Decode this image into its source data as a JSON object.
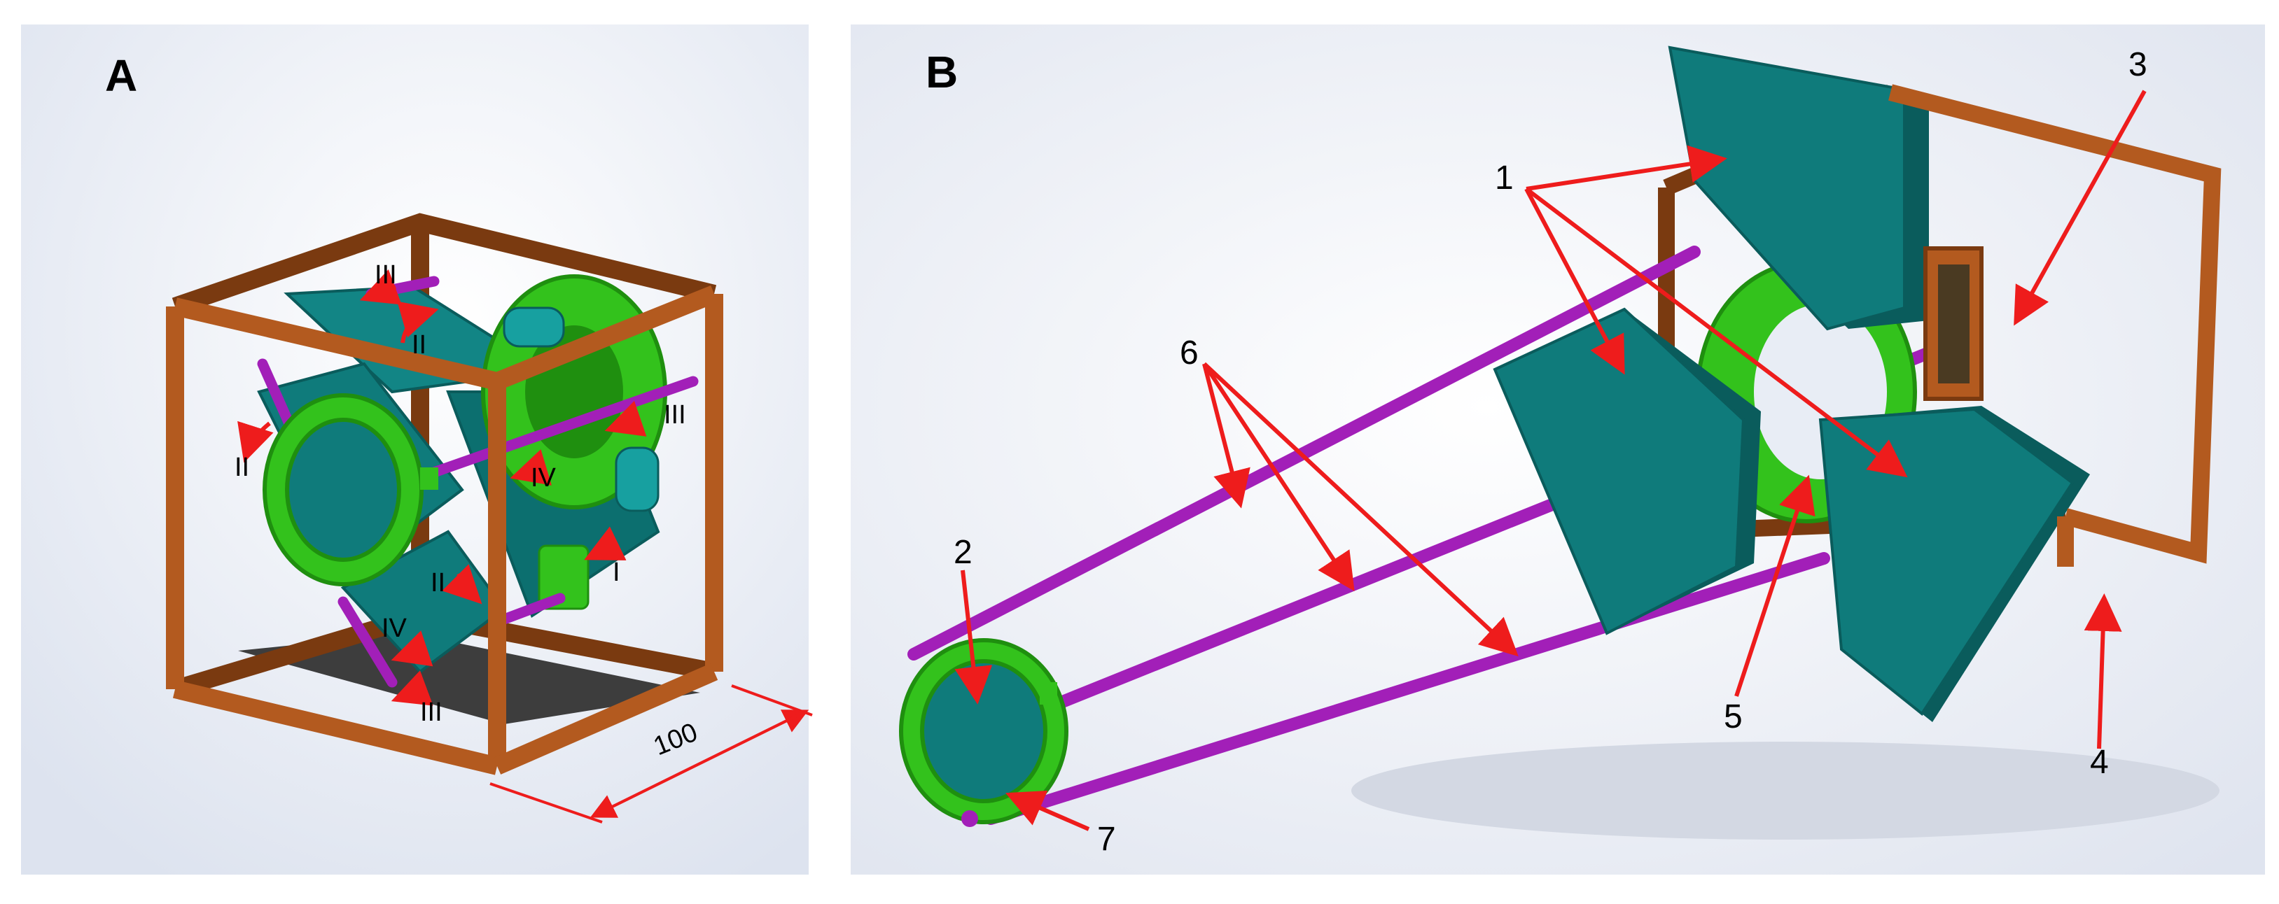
{
  "panels": {
    "a": {
      "letter": "A"
    },
    "b": {
      "letter": "B"
    }
  },
  "panel_a": {
    "dimension": "100",
    "rotation_labels": [
      "III",
      "II",
      "II",
      "IV",
      "III",
      "I",
      "II",
      "IV",
      "III"
    ]
  },
  "panel_b": {
    "callouts": [
      "1",
      "2",
      "3",
      "4",
      "5",
      "6",
      "7"
    ]
  },
  "colors": {
    "frame": "#b35a1f",
    "frame_dark": "#7a3a10",
    "mirror_face": "#0f7b7b",
    "mirror_side": "#0a5c5c",
    "mount": "#33c21c",
    "mount_dark": "#1f8f0f",
    "rod": "#a21fb8",
    "arrow": "#ee1c1c",
    "slot": "#4a3a22",
    "shadow": "#3d3d3d"
  }
}
